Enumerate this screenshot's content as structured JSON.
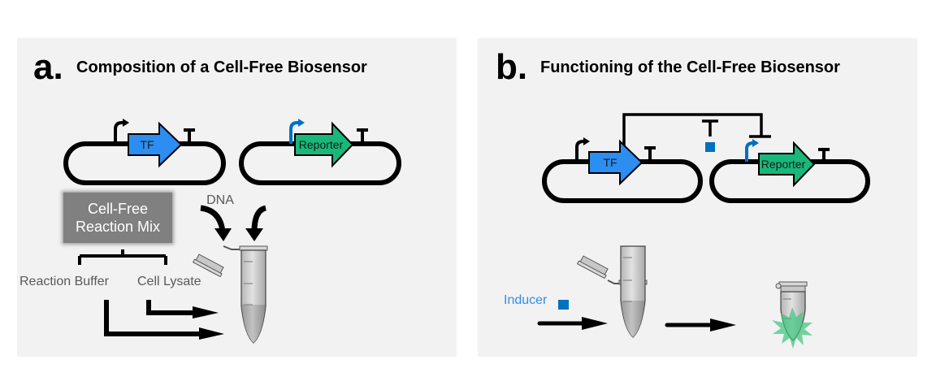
{
  "panels": {
    "a": {
      "letter": "a.",
      "title": "Composition of a Cell-Free Biosensor",
      "plasmids": [
        {
          "gene_label": "TF",
          "gene_color": "#2b8ef0",
          "promoter_color": "#000000"
        },
        {
          "gene_label": "Reporter",
          "gene_color": "#18b87a",
          "promoter_color": "#0070c0"
        }
      ],
      "dna_label": "DNA",
      "mix_box": {
        "line1": "Cell-Free",
        "line2": "Reaction Mix"
      },
      "components": [
        "Reaction Buffer",
        "Cell Lysate"
      ]
    },
    "b": {
      "letter": "b.",
      "title": "Functioning of the Cell-Free Biosensor",
      "plasmids": [
        {
          "gene_label": "TF",
          "gene_color": "#2b8ef0",
          "promoter_color": "#000000"
        },
        {
          "gene_label": "Reporter",
          "gene_color": "#18b87a",
          "promoter_color": "#0070c0"
        }
      ],
      "inducer_label": "Inducer",
      "inducer_color": "#0070c0",
      "fluorescence_color": "#3cc47c"
    }
  }
}
